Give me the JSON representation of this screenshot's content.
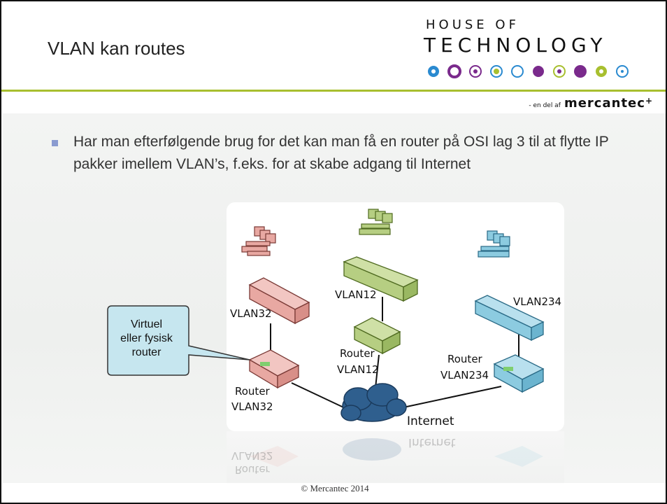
{
  "slide": {
    "title": "VLAN kan routes",
    "logo": {
      "line1": "HOUSE OF",
      "line2": "TECHNOLOGY",
      "subline_prefix": "- en del af",
      "subline_brand": "mercantec"
    },
    "bullet_text": "Har man efterfølgende brug for det kan man få en router på OSI lag 3 til at flytte IP pakker imellem VLAN’s, f.eks. for at skabe adgang til Internet",
    "callout": {
      "line1": "Virtuel",
      "line2": "eller fysisk",
      "line3": "router"
    },
    "diagram": {
      "vlan32": "VLAN32",
      "vlan12": "VLAN12",
      "vlan234": "VLAN234",
      "router": "Router",
      "router_vlan32": "VLAN32",
      "router_vlan12": "VLAN12",
      "router_vlan234": "VLAN234",
      "internet": "Internet",
      "reflection_internet": "Internet",
      "reflection_vlan32": "VLAN32",
      "reflection_router": "Router"
    },
    "footer": "© Mercantec 2014"
  },
  "colors": {
    "accent_green": "#a8bf2f",
    "bullet": "#8a9bd0",
    "callout_fill": "#c6e6ef",
    "vlan32_color": "#e8a8a2",
    "vlan12_color": "#b6ce82",
    "vlan234_color": "#8ccbe0",
    "cloud": "#2f5f8e"
  }
}
